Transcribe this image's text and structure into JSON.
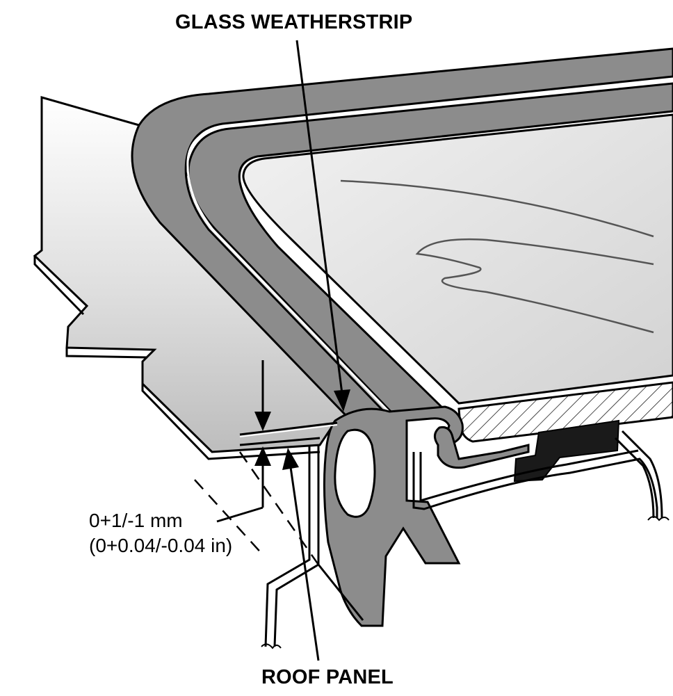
{
  "labels": {
    "glass_weatherstrip": "GLASS WEATHERSTRIP",
    "roof_panel": "ROOF PANEL",
    "dimension_mm": "0+1/-1 mm",
    "dimension_in": "(0+0.04/-0.04 in)"
  },
  "colors": {
    "roof_panel_fill": "#d6d6d6",
    "weatherstrip_fill": "#8c8c8c",
    "glass_fill": "#e2e2e2",
    "seal_fill": "#1a1a1a",
    "line": "#000000"
  }
}
